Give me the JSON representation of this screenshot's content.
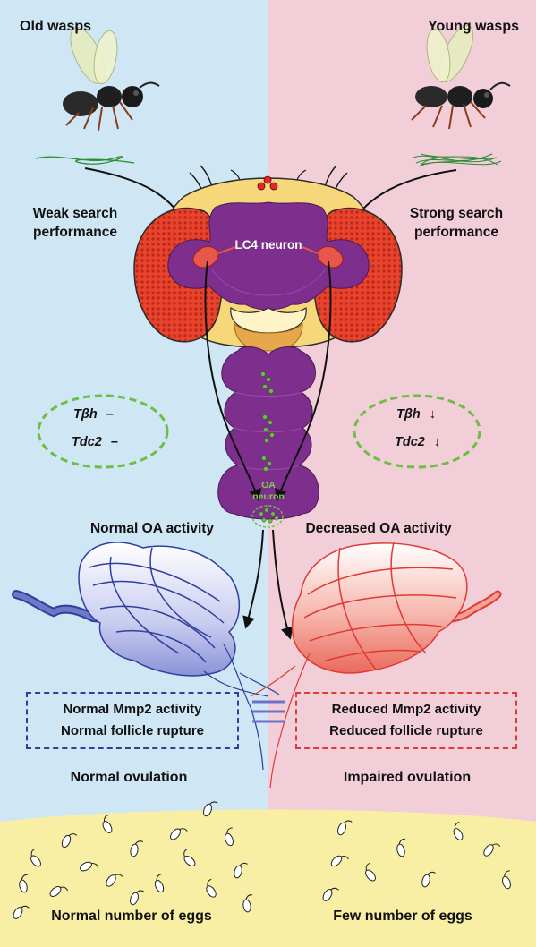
{
  "colors": {
    "left_panel_bg": "#cfe6f5",
    "right_panel_bg": "#f2cfd8",
    "bottom_panel_bg": "#f8efa4",
    "head_capsule": "#f6d77a",
    "compound_eye": "#e8432b",
    "brain_purple": "#7e2e8c",
    "lc4_neuron": "#e8574a",
    "oa_dots": "#6ebd44",
    "gene_ring": "#6ebd44",
    "ovary_blue": "#2f3f9f",
    "ovary_red": "#e03a34",
    "box_blue": "#2c3f9a",
    "box_red": "#e03a34"
  },
  "icons": [
    "wasp-icon",
    "search-trace-icon",
    "fly-head-icon",
    "ovary-icon",
    "egg-icon"
  ],
  "top": {
    "left_title": "Old wasps",
    "right_title": "Young wasps",
    "left_search": [
      "Weak search",
      "performance"
    ],
    "right_search": [
      "Strong search",
      "performance"
    ]
  },
  "brain": {
    "lc4_label": "LC4 neuron",
    "oa_label_line1": "OA",
    "oa_label_line2": "neuron"
  },
  "genes": {
    "left": [
      {
        "name": "Tβh",
        "change": "–"
      },
      {
        "name": "Tdc2",
        "change": "–"
      }
    ],
    "right": [
      {
        "name": "Tβh",
        "change": "↓"
      },
      {
        "name": "Tdc2",
        "change": "↓"
      }
    ]
  },
  "activity": {
    "left": "Normal OA activity",
    "right": "Decreased OA activity"
  },
  "boxes": {
    "left": [
      "Normal Mmp2 activity",
      "Normal follicle rupture"
    ],
    "right": [
      "Reduced Mmp2 activity",
      "Reduced follicle rupture"
    ]
  },
  "ovulation": {
    "left": "Normal ovulation",
    "right": "Impaired ovulation"
  },
  "eggs": {
    "left_label": "Normal number of eggs",
    "right_label": "Few number of eggs",
    "left_count": 18,
    "right_count": 9
  }
}
